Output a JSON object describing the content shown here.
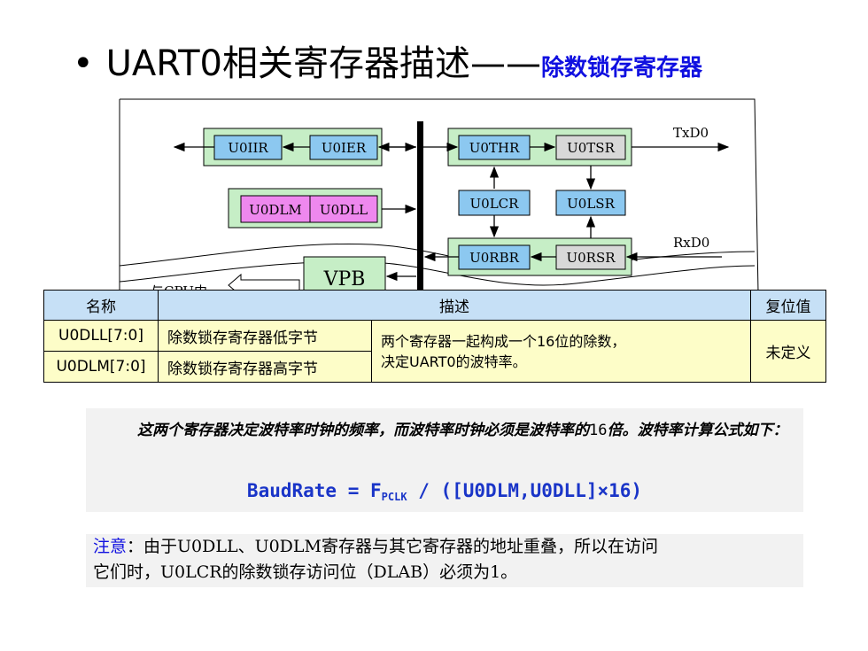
{
  "title": {
    "bullet": "•",
    "main": "UART0相关寄存器描述——",
    "sub": "除数锁存寄存器"
  },
  "diagram": {
    "labels": {
      "u0iir": "U0IIR",
      "u0ier": "U0IER",
      "u0dlm": "U0DLM",
      "u0dll": "U0DLL",
      "u0thr": "U0THR",
      "u0tsr": "U0TSR",
      "u0lcr": "U0LCR",
      "u0lsr": "U0LSR",
      "u0rbr": "U0RBR",
      "u0rsr": "U0RSR",
      "txd0": "TxD0",
      "rxd0": "RxD0",
      "vpb": "VPB",
      "cpu": "与CPU内"
    }
  },
  "table": {
    "headers": [
      "名称",
      "描述",
      "复位值"
    ],
    "rows": [
      {
        "name": "U0DLL[7:0]",
        "desc": "除数锁存寄存器低字节"
      },
      {
        "name": "U0DLM[7:0]",
        "desc": "除数锁存寄存器高字节"
      }
    ],
    "shared_desc_line1": "两个寄存器一起构成一个16位的除数，",
    "shared_desc_line2": "决定UART0的波特率。",
    "reset_value": "未定义"
  },
  "formula_box": {
    "text_main": "这两个寄存器决定波特率时钟的频率，而波特率时钟必须是波特率的",
    "text_num": "16",
    "text_end": "倍。波特率计算公式如下：",
    "formula_left": "BaudRate = F",
    "formula_sub": "PCLK",
    "formula_right": " / ([U0DLM,U0DLL]×16)"
  },
  "note": {
    "label": "注意",
    "text1": "：由于U0DLL、U0DLM寄存器与其它寄存器的地址重叠，所以在访问",
    "text2": "它们时，U0LCR的除数锁存访问位（DLAB）必须为1。"
  }
}
